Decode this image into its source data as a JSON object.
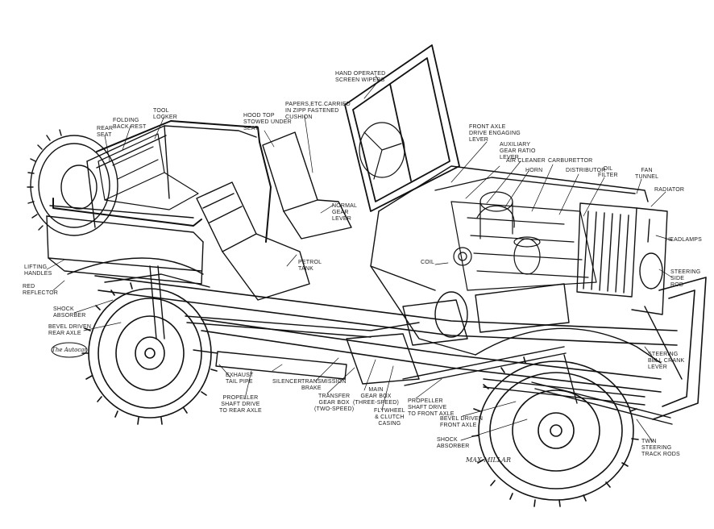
{
  "labels": {
    "hand_operated_screen_wipers": "HAND OPERATED\nSCREEN WIPERS",
    "papers_carried": "PAPERS,ETC.CARRIED\nIN ZIPP FASTENED\nCUSHION",
    "hood_top": "HOOD TOP\nSTOWED UNDER\nSEAT",
    "tool_locker": "TOOL\nLOCKER",
    "folding_back_rest": "FOLDING\nBACK REST",
    "rear_seat": "REAR\nSEAT",
    "front_axle_lever": "FRONT AXLE\nDRIVE ENGAGING\nLEVER",
    "auxiliary_gear_lever": "AUXILIARY\nGEAR RATIO\nLEVER",
    "air_cleaner": "AIR CLEANER",
    "horn": "HORN",
    "carburettor": "CARBURETTOR",
    "distributor": "DISTRIBUTOR",
    "oil_filter": "OIL\nFILTER",
    "fan_tunnel": "FAN\nTUNNEL",
    "radiator": "RADIATOR",
    "headlamps": "HEADLAMPS",
    "steering_side_rod": "STEERING\nSIDE\nROD",
    "steering_bell_crank": "STEERING\nBELL CRANK\nLEVER",
    "normal_gear_lever": "NORMAL\nGEAR\nLEVER",
    "petrol_tank": "PETROL\nTANK",
    "coil": "COIL",
    "lifting_handles": "LIFTING\nHANDLES",
    "red_reflector": "RED\nREFLECTOR",
    "shock_absorber_rear": "SHOCK\nABSORBER",
    "bevel_driven_rear_axle": "BEVEL DRIVEN\nREAR AXLE",
    "exhaust_tail_pipe": "EXHAUST\nTAIL PIPE",
    "silencer": "SILENCER",
    "transmission_brake": "TRANSMISSION\nBRAKE",
    "propeller_rear": "PROPELLER\nSHAFT DRIVE\nTO REAR AXLE",
    "transfer_gear_box": "TRANSFER\nGEAR BOX\n(TWO-SPEED)",
    "main_gear_box": "MAIN\nGEAR BOX\n(THREE-SPEED)",
    "flywheel_clutch": "FLYWHEEL\n& CLUTCH\nCASING",
    "propeller_front": "PROPELLER\nSHAFT DRIVE\nTO FRONT AXLE",
    "bevel_driven_front_axle": "BEVEL DRIVEN\nFRONT AXLE",
    "shock_absorber_front": "SHOCK\nABSORBER",
    "twin_steering_track_rods": "TWIN\nSTEERING\nTRACK RODS"
  },
  "logo_text": "The Autocar",
  "artist_signature": "MAX MILLAR"
}
